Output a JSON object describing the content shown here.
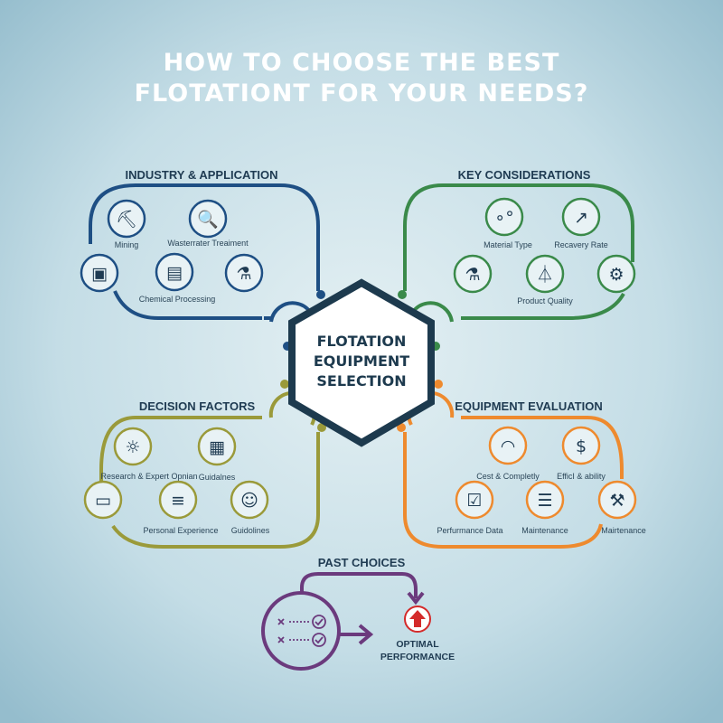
{
  "title": {
    "line1": "HOW TO CHOOSE THE BEST",
    "line2": "FLOTATIONT FOR YOUR NEEDS?"
  },
  "center": {
    "line1": "FLOTATION",
    "line2": "EQUIPMENT",
    "line3": "SELECTION"
  },
  "colors": {
    "industry": "#1e4f84",
    "key": "#3a8a4a",
    "decision": "#9a9a3a",
    "evaluation": "#ee8a2e",
    "past": "#6b3a7d",
    "optimal": "#d42a2a",
    "hexagon": "#1d3a4e"
  },
  "industry": {
    "heading": "INDUSTRY & APPLICATION",
    "items": [
      {
        "label": "Mining",
        "icon": "pickaxe-icon"
      },
      {
        "label": "Wasterrater Treaiment",
        "icon": "beaker-magnifier-icon"
      },
      {
        "label": "",
        "icon": "mine-cart-icon"
      },
      {
        "label": "Chemical Processing",
        "icon": "conveyor-factory-icon"
      },
      {
        "label": "",
        "icon": "flask-icon"
      }
    ]
  },
  "key": {
    "heading": "KEY CONSIDERATIONS",
    "items": [
      {
        "label": "Material Type",
        "icon": "bubbles-icon"
      },
      {
        "label": "Recavery Rate",
        "icon": "bar-chart-up-icon"
      },
      {
        "label": "",
        "icon": "flask-icon"
      },
      {
        "label": "Product Quality",
        "icon": "erlenmeyer-flask-icon"
      },
      {
        "label": "",
        "icon": "gears-icon"
      }
    ]
  },
  "decision": {
    "heading": "DECISION FACTORS",
    "items": [
      {
        "label": "Research & Expert Opnian",
        "icon": "lightbulb-icon"
      },
      {
        "label": "Guidalnes",
        "icon": "blueprint-icon"
      },
      {
        "label": "",
        "icon": "whiteboard-icon"
      },
      {
        "label": "Personal Experience",
        "icon": "chat-bubble-icon"
      },
      {
        "label": "Guidolines",
        "icon": "person-icon"
      }
    ]
  },
  "evaluation": {
    "heading": "EQUIPMENT EVALUATION",
    "items": [
      {
        "label": "Cest & Completly",
        "icon": "gauge-icon"
      },
      {
        "label": "EfficI & ability",
        "icon": "dollar-icon"
      },
      {
        "label": "Perfurmance Data",
        "icon": "checklist-icon"
      },
      {
        "label": "Maintenance",
        "icon": "clipboard-icon"
      },
      {
        "label": "Mairtenance",
        "icon": "wrench-gear-icon"
      }
    ]
  },
  "past": {
    "heading": "PAST CHOICES",
    "result_line1": "OPTIMAL",
    "result_line2": "PERFORMANCE"
  }
}
